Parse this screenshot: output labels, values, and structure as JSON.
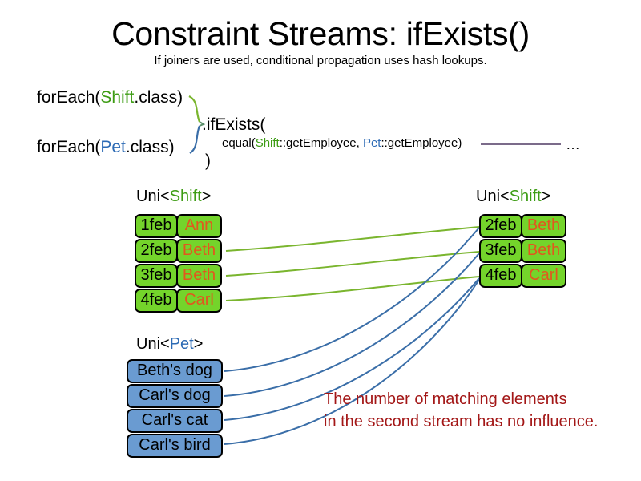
{
  "slide": {
    "title": "Constraint Streams: ifExists()",
    "subtitle": "If joiners are used, conditional propagation uses hash lookups."
  },
  "code": {
    "foreach_shift_prefix": "forEach(",
    "foreach_shift_type": "Shift",
    "foreach_shift_suffix": ".class)",
    "foreach_pet_prefix": "forEach(",
    "foreach_pet_type": "Pet",
    "foreach_pet_suffix": ".class)",
    "if_exists": ".ifExists(",
    "equal_prefix": "equal(",
    "equal_shift_type": "Shift",
    "equal_shift_method": "::getEmployee, ",
    "equal_pet_type": "Pet",
    "equal_pet_method": "::getEmployee)",
    "closing_paren": ")",
    "ellipsis": "…"
  },
  "groups": {
    "shift_left": {
      "label_prefix": "Uni<",
      "label_type": "Shift",
      "label_suffix": ">",
      "rows": [
        {
          "date": "1feb",
          "name": "Ann"
        },
        {
          "date": "2feb",
          "name": "Beth"
        },
        {
          "date": "3feb",
          "name": "Beth"
        },
        {
          "date": "4feb",
          "name": "Carl"
        }
      ]
    },
    "shift_right": {
      "label_prefix": "Uni<",
      "label_type": "Shift",
      "label_suffix": ">",
      "rows": [
        {
          "date": "2feb",
          "name": "Beth"
        },
        {
          "date": "3feb",
          "name": "Beth"
        },
        {
          "date": "4feb",
          "name": "Carl"
        }
      ]
    },
    "pet": {
      "label_prefix": "Uni<",
      "label_type": "Pet",
      "label_suffix": ">",
      "rows": [
        {
          "name": "Beth's dog"
        },
        {
          "name": "Carl's dog"
        },
        {
          "name": "Carl's cat"
        },
        {
          "name": "Carl's bird"
        }
      ]
    }
  },
  "note": {
    "line1": "The number of matching elements",
    "line2": "in the second stream has no influence."
  },
  "colors": {
    "shift_green": "#74d42b",
    "shift_name_orange": "#e2571e",
    "pet_blue": "#6a9bd1",
    "type_shift_text": "#3d9c14",
    "type_pet_text": "#2d6bb5",
    "wire_green": "#7ab52e",
    "wire_blue": "#3a6ea8",
    "note_red": "#a31717",
    "rule_line": "#7b6b8a"
  }
}
